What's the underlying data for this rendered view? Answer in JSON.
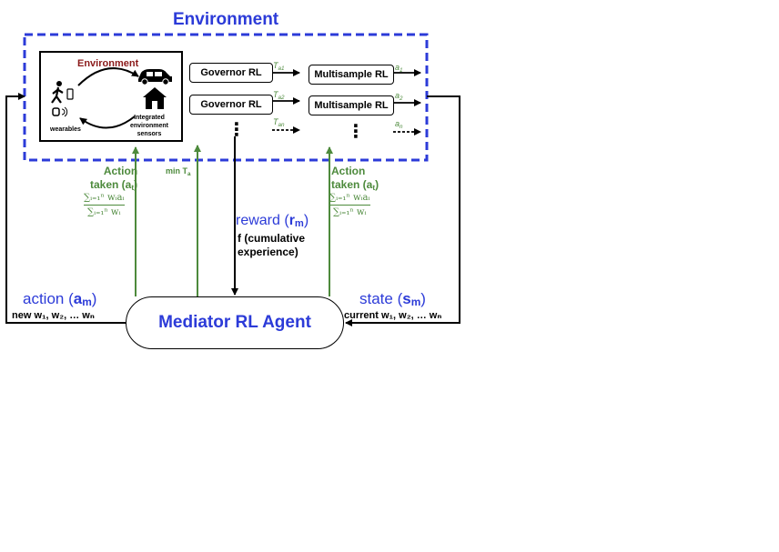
{
  "title": "Environment",
  "inner_env": {
    "title": "Environment",
    "wearables_label": "wearables",
    "sensors_label": [
      "Integrated",
      "environment",
      "sensors"
    ]
  },
  "governors": [
    "Governor RL",
    "Governor RL"
  ],
  "governor_outputs": [
    "T",
    "T",
    "T"
  ],
  "governor_output_subs": [
    "a1",
    "a2",
    "an"
  ],
  "multisamples": [
    "Multisample RL",
    "Multisample RL"
  ],
  "multisample_outputs": [
    "a",
    "a",
    "a"
  ],
  "multisample_output_subs": [
    "1",
    "2",
    "n"
  ],
  "ellipsis": "⋮",
  "action_taken": {
    "line1": "Action",
    "line2": "taken (a",
    "sub": "t",
    "close": ")"
  },
  "formula": {
    "num": "∑ᵢ₌₁ⁿ wᵢaᵢ",
    "den": "∑ᵢ₌₁ⁿ wᵢ"
  },
  "min_ta": {
    "text": "min T",
    "sub": "a"
  },
  "reward": {
    "label": "reward (",
    "symbol": "r",
    "sub": "m",
    "close": ")",
    "desc_lines": [
      "f (cumulative",
      "experience)"
    ]
  },
  "action": {
    "label": "action (",
    "symbol": "a",
    "sub": "m",
    "close": ")",
    "weights": "new w₁, w₂, … wₙ"
  },
  "state": {
    "label": "state (",
    "symbol": "s",
    "sub": "m",
    "close": ")",
    "weights": "current w₁, w₂, … wₙ"
  },
  "agent": "Mediator RL Agent",
  "colors": {
    "blue": "#2c3bd8",
    "green": "#4d8a3c",
    "dark_red": "#8b1a1a",
    "black": "#000000"
  },
  "icons": [
    "walking-person-icon",
    "smartphone-icon",
    "smartwatch-icon",
    "car-icon",
    "house-icon"
  ]
}
